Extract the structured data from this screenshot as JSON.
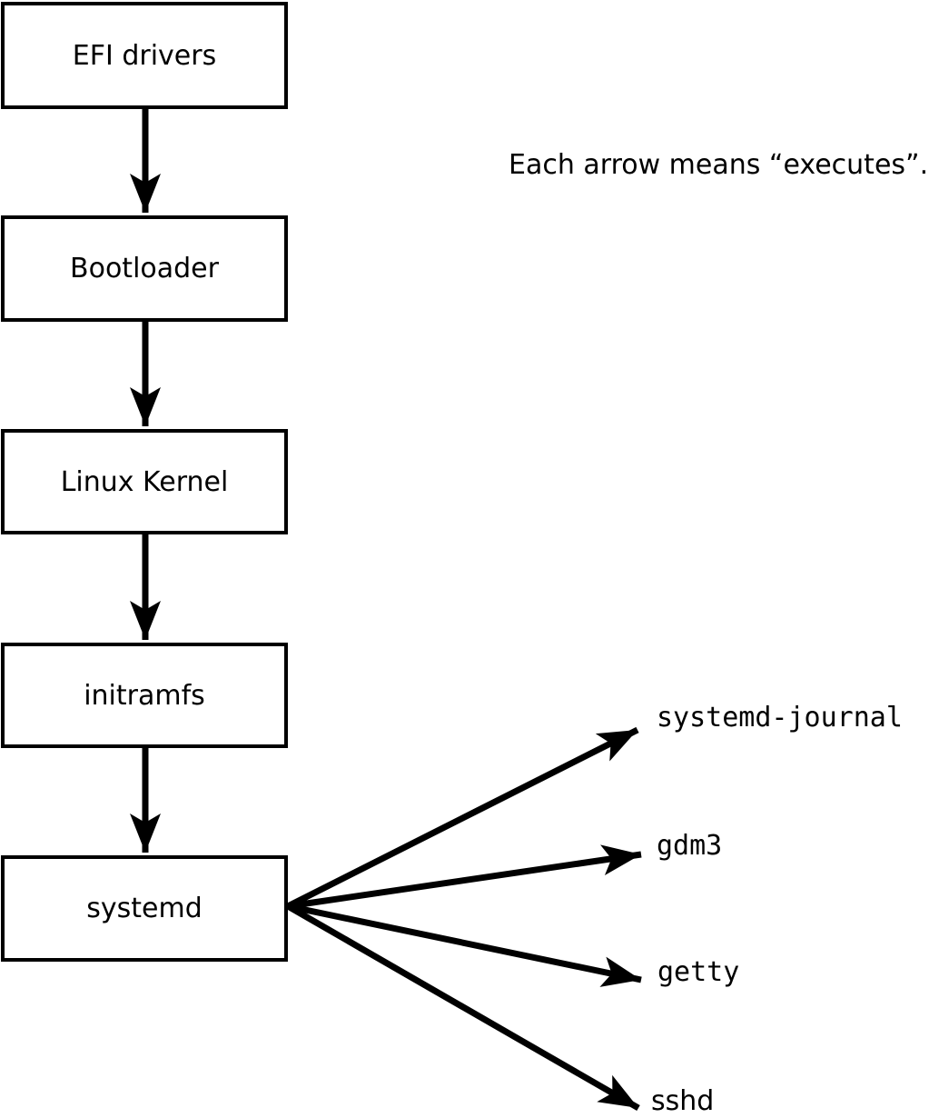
{
  "diagram": {
    "colors": {
      "stroke": "#000000",
      "background": "#ffffff"
    },
    "annotation": "Each arrow means “executes”.",
    "boxes": [
      {
        "label": "EFI drivers"
      },
      {
        "label": "Bootloader"
      },
      {
        "label": "Linux Kernel"
      },
      {
        "label": "initramfs"
      },
      {
        "label": "systemd"
      }
    ],
    "targets": [
      {
        "label": "systemd-journal"
      },
      {
        "label": "gdm3"
      },
      {
        "label": "getty"
      },
      {
        "label": "sshd"
      }
    ]
  }
}
